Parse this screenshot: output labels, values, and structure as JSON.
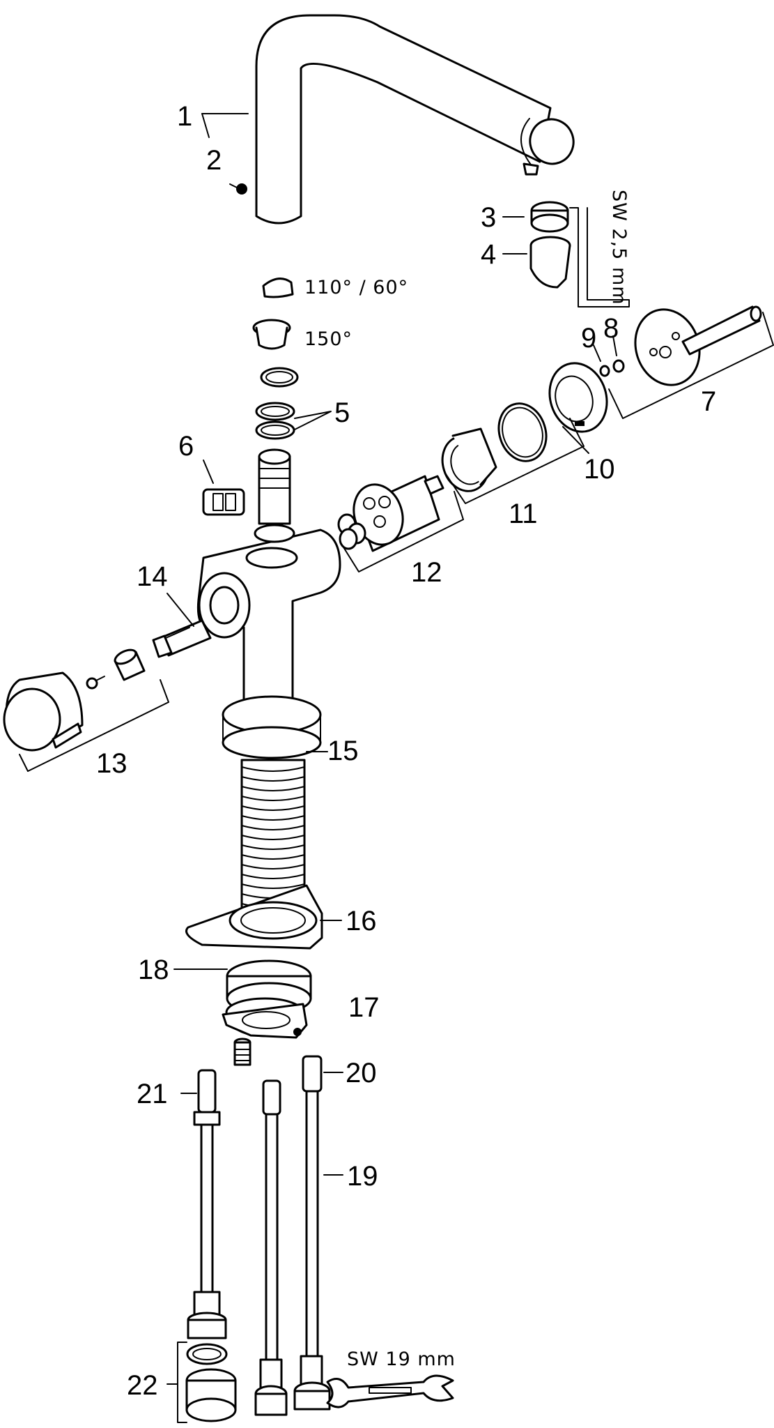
{
  "diagram": {
    "part_numbers": [
      "1",
      "2",
      "3",
      "4",
      "5",
      "6",
      "7",
      "8",
      "9",
      "10",
      "11",
      "12",
      "13",
      "14",
      "15",
      "16",
      "17",
      "18",
      "19",
      "20",
      "21",
      "22"
    ],
    "angle_note_1": "110° / 60°",
    "angle_note_2": "150°",
    "tool_hex_key": "SW 2,5 mm",
    "tool_wrench": "SW 19 mm"
  }
}
